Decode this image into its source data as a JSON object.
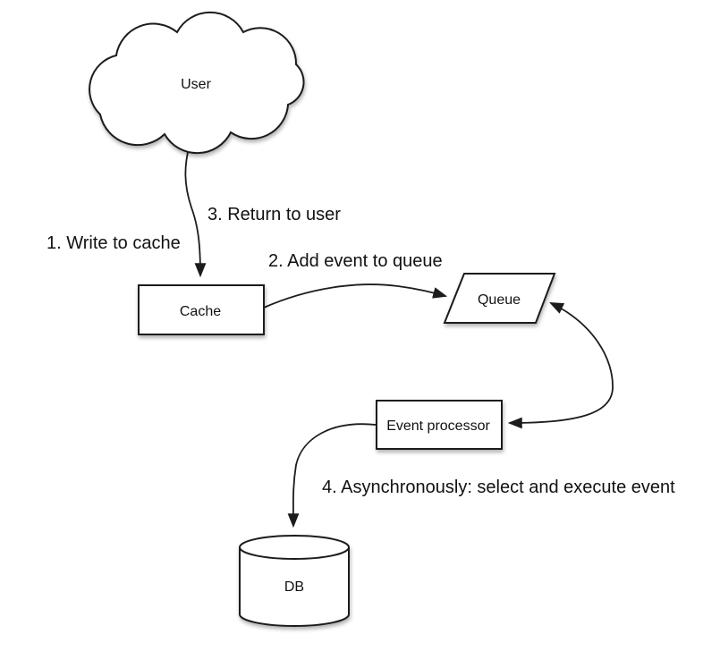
{
  "diagram": {
    "background": "#ffffff",
    "stroke_color": "#1c1c1c",
    "text_color": "#111111",
    "nodes": {
      "user": {
        "label": "User",
        "shape": "cloud"
      },
      "cache": {
        "label": "Cache",
        "shape": "rectangle"
      },
      "queue": {
        "label": "Queue",
        "shape": "parallelogram"
      },
      "event_processor": {
        "label": "Event processor",
        "shape": "rectangle"
      },
      "db": {
        "label": "DB",
        "shape": "cylinder"
      }
    },
    "edge_labels": {
      "step1": "1. Write to cache",
      "step2": "2. Add event to queue",
      "step3": "3. Return to user",
      "step4": "4. Asynchronously: select and execute event"
    },
    "edges": [
      {
        "from": "user",
        "to": "cache",
        "labels": [
          "1. Write to cache",
          "3. Return to user"
        ],
        "arrow": "single"
      },
      {
        "from": "cache",
        "to": "queue",
        "labels": [
          "2. Add event to queue"
        ],
        "arrow": "single"
      },
      {
        "from": "queue",
        "to": "event_processor",
        "labels": [],
        "arrow": "double"
      },
      {
        "from": "event_processor",
        "to": "db",
        "labels": [
          "4. Asynchronously: select and execute event"
        ],
        "arrow": "single"
      }
    ]
  }
}
